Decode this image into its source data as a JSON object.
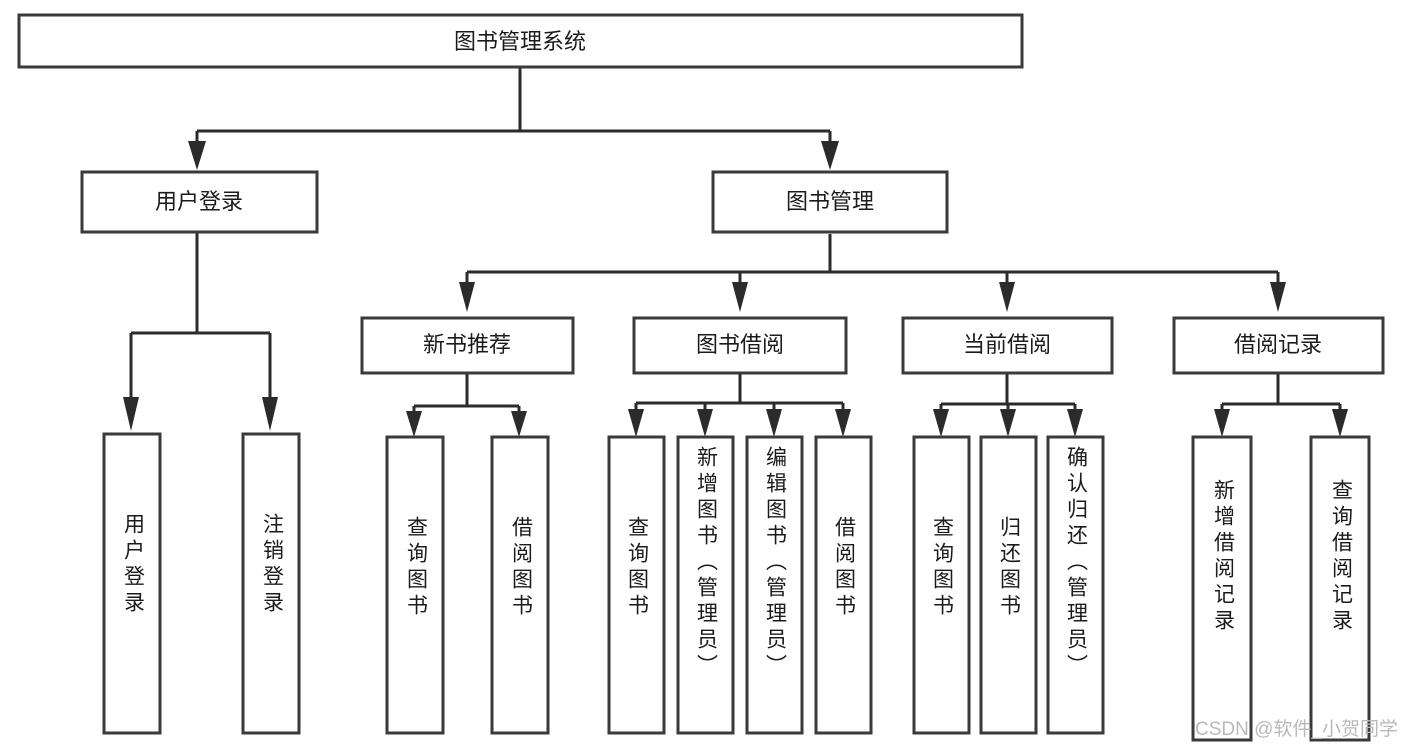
{
  "diagram": {
    "type": "tree-hierarchy-chart",
    "title": "图书管理系统",
    "background_color": "#ffffff",
    "box_stroke_color": "#3a3a3a",
    "connector_color": "#2b2b2b",
    "text_color": "#1b1b1b",
    "levels": 3,
    "root": {
      "id": "root",
      "label": "图书管理系统",
      "orientation": "horizontal"
    },
    "level2": [
      {
        "id": "user-login",
        "label": "用户登录",
        "orientation": "horizontal"
      },
      {
        "id": "book-management",
        "label": "图书管理",
        "orientation": "horizontal"
      }
    ],
    "level3": [
      {
        "id": "new-book-recommend",
        "label": "新书推荐",
        "orientation": "horizontal",
        "parent": "book-management"
      },
      {
        "id": "book-borrow",
        "label": "图书借阅",
        "orientation": "horizontal",
        "parent": "book-management"
      },
      {
        "id": "current-borrow",
        "label": "当前借阅",
        "orientation": "horizontal",
        "parent": "book-management"
      },
      {
        "id": "borrow-record",
        "label": "借阅记录",
        "orientation": "horizontal",
        "parent": "book-management"
      }
    ],
    "leaves": [
      {
        "id": "leaf-user-login",
        "label": "用户登录",
        "orientation": "vertical",
        "parent": "user-login"
      },
      {
        "id": "leaf-user-logout",
        "label": "注销登录",
        "orientation": "vertical",
        "parent": "user-login"
      },
      {
        "id": "leaf-query-book-1",
        "label": "查询图书",
        "orientation": "vertical",
        "parent": "new-book-recommend"
      },
      {
        "id": "leaf-borrow-book-1",
        "label": "借阅图书",
        "orientation": "vertical",
        "parent": "new-book-recommend"
      },
      {
        "id": "leaf-query-book-2",
        "label": "查询图书",
        "orientation": "vertical",
        "parent": "book-borrow"
      },
      {
        "id": "leaf-add-book",
        "label": "新增图书（管理员）",
        "orientation": "vertical",
        "parent": "book-borrow"
      },
      {
        "id": "leaf-edit-book",
        "label": "编辑图书（管理员）",
        "orientation": "vertical",
        "parent": "book-borrow"
      },
      {
        "id": "leaf-borrow-book-2",
        "label": "借阅图书",
        "orientation": "vertical",
        "parent": "book-borrow"
      },
      {
        "id": "leaf-query-book-3",
        "label": "查询图书",
        "orientation": "vertical",
        "parent": "current-borrow"
      },
      {
        "id": "leaf-return-book",
        "label": "归还图书",
        "orientation": "vertical",
        "parent": "current-borrow"
      },
      {
        "id": "leaf-confirm-return",
        "label": "确认归还（管理员）",
        "orientation": "vertical",
        "parent": "current-borrow"
      },
      {
        "id": "leaf-add-record",
        "label": "新增借阅记录",
        "orientation": "vertical",
        "parent": "borrow-record"
      },
      {
        "id": "leaf-query-record",
        "label": "查询借阅记录",
        "orientation": "vertical",
        "parent": "borrow-record"
      }
    ]
  },
  "watermark": {
    "text": "CSDN @软件_小贺同学",
    "color": "#b9b9b9"
  }
}
